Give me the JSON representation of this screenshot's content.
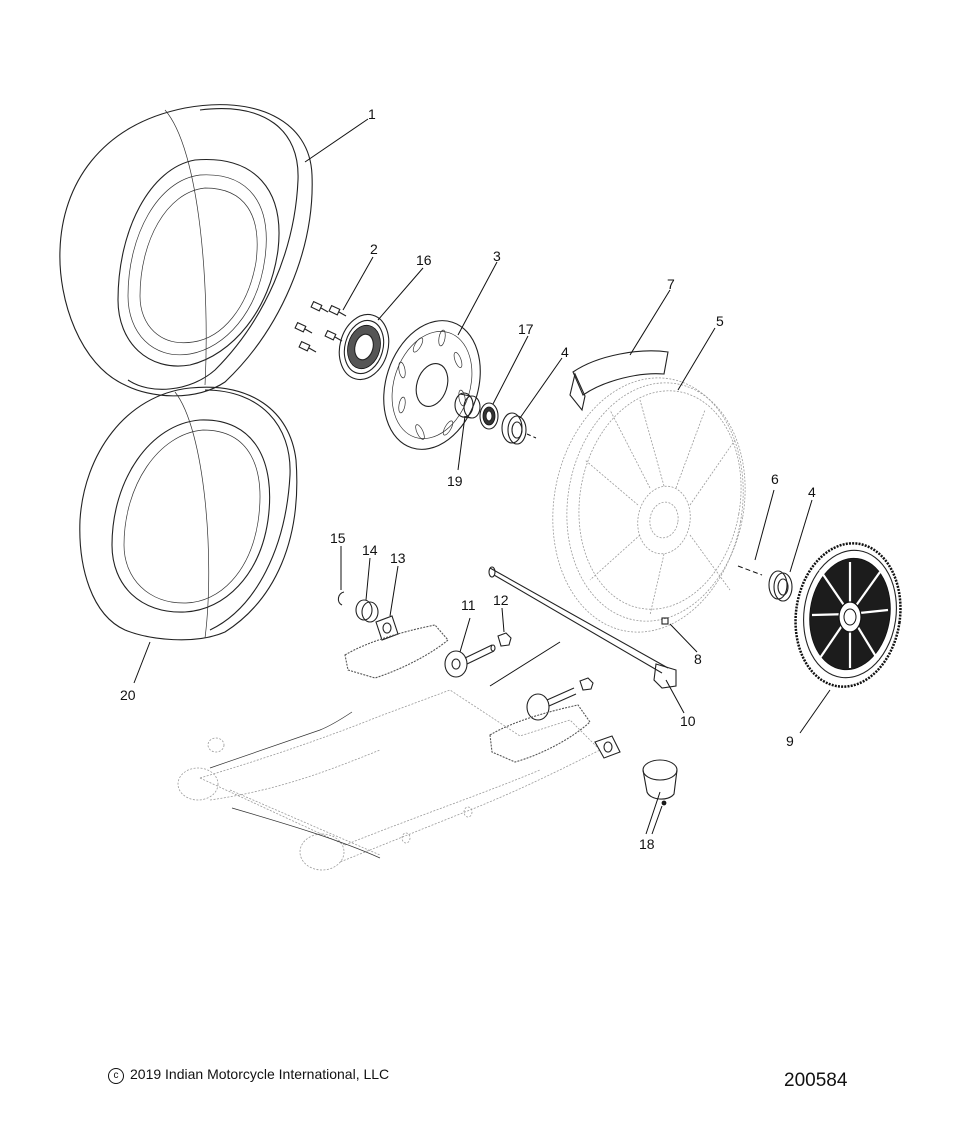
{
  "diagram": {
    "callouts": [
      {
        "id": "callout-1",
        "text": "1"
      },
      {
        "id": "callout-2",
        "text": "2"
      },
      {
        "id": "callout-3",
        "text": "3"
      },
      {
        "id": "callout-4a",
        "text": "4"
      },
      {
        "id": "callout-4b",
        "text": "4"
      },
      {
        "id": "callout-5",
        "text": "5"
      },
      {
        "id": "callout-6",
        "text": "6"
      },
      {
        "id": "callout-7",
        "text": "7"
      },
      {
        "id": "callout-8",
        "text": "8"
      },
      {
        "id": "callout-9",
        "text": "9"
      },
      {
        "id": "callout-10",
        "text": "10"
      },
      {
        "id": "callout-11",
        "text": "11"
      },
      {
        "id": "callout-12",
        "text": "12"
      },
      {
        "id": "callout-13",
        "text": "13"
      },
      {
        "id": "callout-14",
        "text": "14"
      },
      {
        "id": "callout-15",
        "text": "15"
      },
      {
        "id": "callout-16",
        "text": "16"
      },
      {
        "id": "callout-17",
        "text": "17"
      },
      {
        "id": "callout-18",
        "text": "18"
      },
      {
        "id": "callout-19",
        "text": "19"
      },
      {
        "id": "callout-20",
        "text": "20"
      }
    ]
  },
  "footer": {
    "copyright_symbol": "c",
    "copyright_text": "2019 Indian Motorcycle International, LLC",
    "drawing_number": "200584"
  }
}
